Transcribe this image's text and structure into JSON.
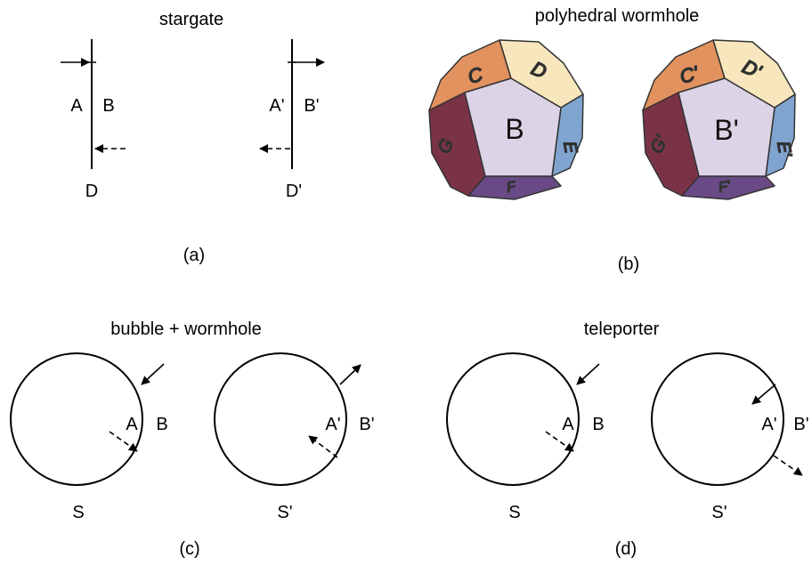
{
  "colors": {
    "face_center": "#dcd3e6",
    "face_C": "#e2925e",
    "face_D": "#f8e7bd",
    "face_E": "#7fa4cf",
    "face_F": "#6a4a86",
    "face_G": "#7a3346",
    "edge": "#333333"
  },
  "panel_a": {
    "title": "stargate",
    "caption": "(a)",
    "left": {
      "side_left": "A",
      "side_right": "B",
      "bottom": "D"
    },
    "right": {
      "side_left": "A'",
      "side_right": "B'",
      "bottom": "D'"
    }
  },
  "panel_b": {
    "title": "polyhedral wormhole",
    "caption": "(b)",
    "left": {
      "center": "B",
      "faces": [
        "C",
        "D",
        "E",
        "F",
        "G"
      ]
    },
    "right": {
      "center": "B'",
      "faces": [
        "C'",
        "D'",
        "E'",
        "F'",
        "G'"
      ]
    }
  },
  "panel_c": {
    "title": "bubble + wormhole",
    "caption": "(c)",
    "left": {
      "inner": "A",
      "outer": "B",
      "bottom": "S"
    },
    "right": {
      "inner": "A'",
      "outer": "B'",
      "bottom": "S'"
    }
  },
  "panel_d": {
    "title": "teleporter",
    "caption": "(d)",
    "left": {
      "inner": "A",
      "outer": "B",
      "bottom": "S"
    },
    "right": {
      "inner": "A'",
      "outer": "B'",
      "bottom": "S'"
    }
  }
}
